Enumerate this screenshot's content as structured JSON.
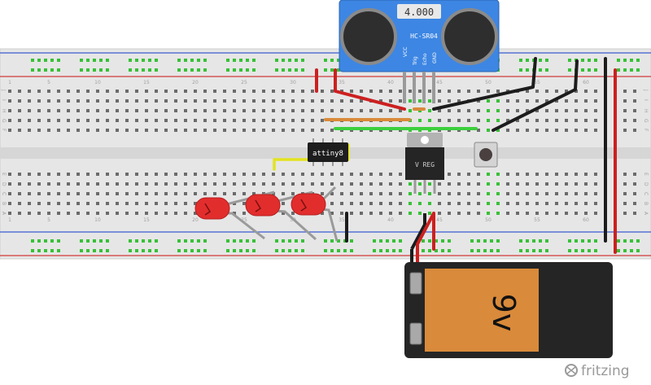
{
  "colors": {
    "board": "#e6e6e6",
    "board_edge": "#cfcfcf",
    "hole": "#6b6b6b",
    "hole_green": "#38c138",
    "rail_red": "#d13b3b",
    "rail_blue": "#3b5bd1",
    "sensor_body": "#3d86e3",
    "wire_red": "#cc2020",
    "wire_black": "#1c1c1c",
    "wire_yellow": "#e3e321",
    "wire_green": "#3dcf3d",
    "wire_orange": "#d98a3a",
    "led_red": "#e22d2d",
    "battery_orange": "#d98a3a",
    "battery_black": "#252525"
  },
  "sensor": {
    "model_label": "HC-SR04",
    "display_value": "4.000",
    "pins": [
      "VCC",
      "Trig",
      "Echo",
      "GND"
    ]
  },
  "chip": {
    "label": "attiny8"
  },
  "regulator": {
    "label": "V REG"
  },
  "battery": {
    "label": "9v"
  },
  "leds": [
    "led-1",
    "led-2",
    "led-3"
  ],
  "breadboard": {
    "row_letters_top": [
      "J",
      "I",
      "H",
      "G",
      "F"
    ],
    "row_letters_bottom": [
      "E",
      "D",
      "C",
      "B",
      "A"
    ],
    "column_numbers": [
      "1",
      "5",
      "10",
      "15",
      "20",
      "25",
      "30",
      "35",
      "40",
      "45",
      "50",
      "55",
      "60"
    ]
  },
  "watermark": "fritzing"
}
